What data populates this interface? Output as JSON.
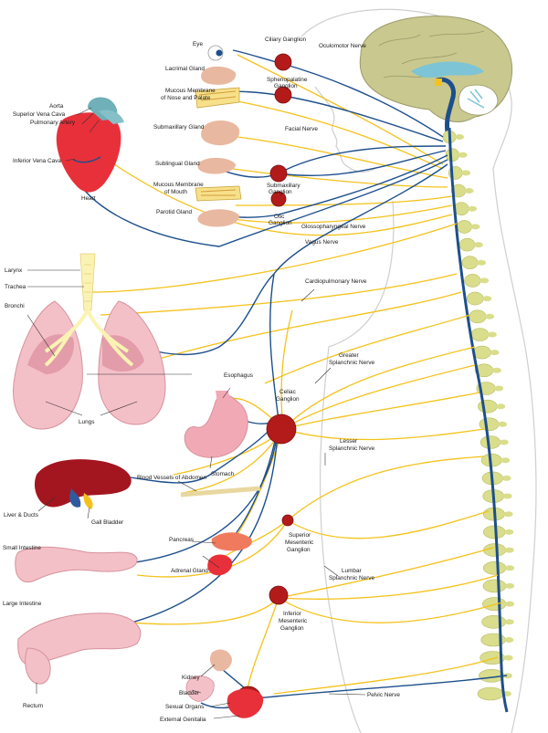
{
  "labels": {
    "eye": "Eye",
    "ciliary_ganglion": "Ciliary Ganglion",
    "oculomotor_nerve": "Oculomotor Nerve",
    "lacrimal_gland": "Lacrimal Gland",
    "mucous_nose_1": "Mucous Membrane",
    "mucous_nose_2": "of Nose and Palate",
    "sphenopalatine_1": "Sphenopalatine",
    "sphenopalatine_2": "Ganglion",
    "aorta": "Aorta",
    "superior_vena_cava": "Superior Vena Cava",
    "pulmonary_artery": "Pulmonary Artery",
    "submaxillary_gland": "Submaxillary Gland",
    "facial_nerve": "Facial Nerve",
    "inferior_vena_cava": "Inferior Vena Cava",
    "sublingual_gland": "Sublingual Gland",
    "mucous_mouth_1": "Mucous Membrane",
    "mucous_mouth_2": "of Mouth",
    "submaxillary_ganglion_1": "Submaxillary",
    "submaxillary_ganglion_2": "Ganglion",
    "heart": "Heart",
    "parotid_gland": "Parotid Gland",
    "otic_1": "Otic",
    "otic_2": "Ganglion",
    "glossopharyngeal_nerve": "Glossopharyngeal Nerve",
    "vagus_nerve": "Vagus Nerve",
    "larynx": "Larynx",
    "trachea": "Trachea",
    "cardiopulmonary_nerve": "Cardiopulmonary Nerve",
    "bronchi": "Bronchi",
    "lungs": "Lungs",
    "esophagus": "Esophagus",
    "celiac_1": "Celiac",
    "celiac_2": "Ganglion",
    "greater_splanchnic_1": "Greater",
    "greater_splanchnic_2": "Splanchnic Nerve",
    "stomach": "Stomach",
    "lesser_splanchnic_1": "Lesser",
    "lesser_splanchnic_2": "Splanchnic Nerve",
    "blood_vessels": "Blood Vessels of Abdomen",
    "liver_ducts": "Liver & Ducts",
    "gall_bladder": "Gall Bladder",
    "small_intestine": "Small Intestine",
    "pancreas": "Pancreas",
    "superior_mesenteric_1": "Superior",
    "superior_mesenteric_2": "Mesenteric",
    "superior_mesenteric_3": "Ganglion",
    "adrenal_gland": "Adrenal Gland",
    "lumbar_splanchnic_1": "Lumbar",
    "lumbar_splanchnic_2": "Splanchnic Nerve",
    "large_intestine": "Large Intestine",
    "inferior_mesenteric_1": "Inferior",
    "inferior_mesenteric_2": "Mesenteric",
    "inferior_mesenteric_3": "Ganglion",
    "kidney": "Kidney",
    "bladder": "Bladder",
    "pelvic_nerve": "Pelvic Nerve",
    "sexual_organs": "Sexual Organs",
    "rectum": "Rectum",
    "external_genitalia": "External Genitalia"
  },
  "colors": {
    "sympathetic_nerve": "#f4c21a",
    "parasympathetic_nerve": "#1d4f8c",
    "ganglion": "#b31b1b",
    "organ_pink": "#f2a9b6",
    "heart_red": "#e8303a",
    "liver_red": "#a3161f",
    "spine": "#d9dd8c",
    "brain": "#c9c88e"
  }
}
